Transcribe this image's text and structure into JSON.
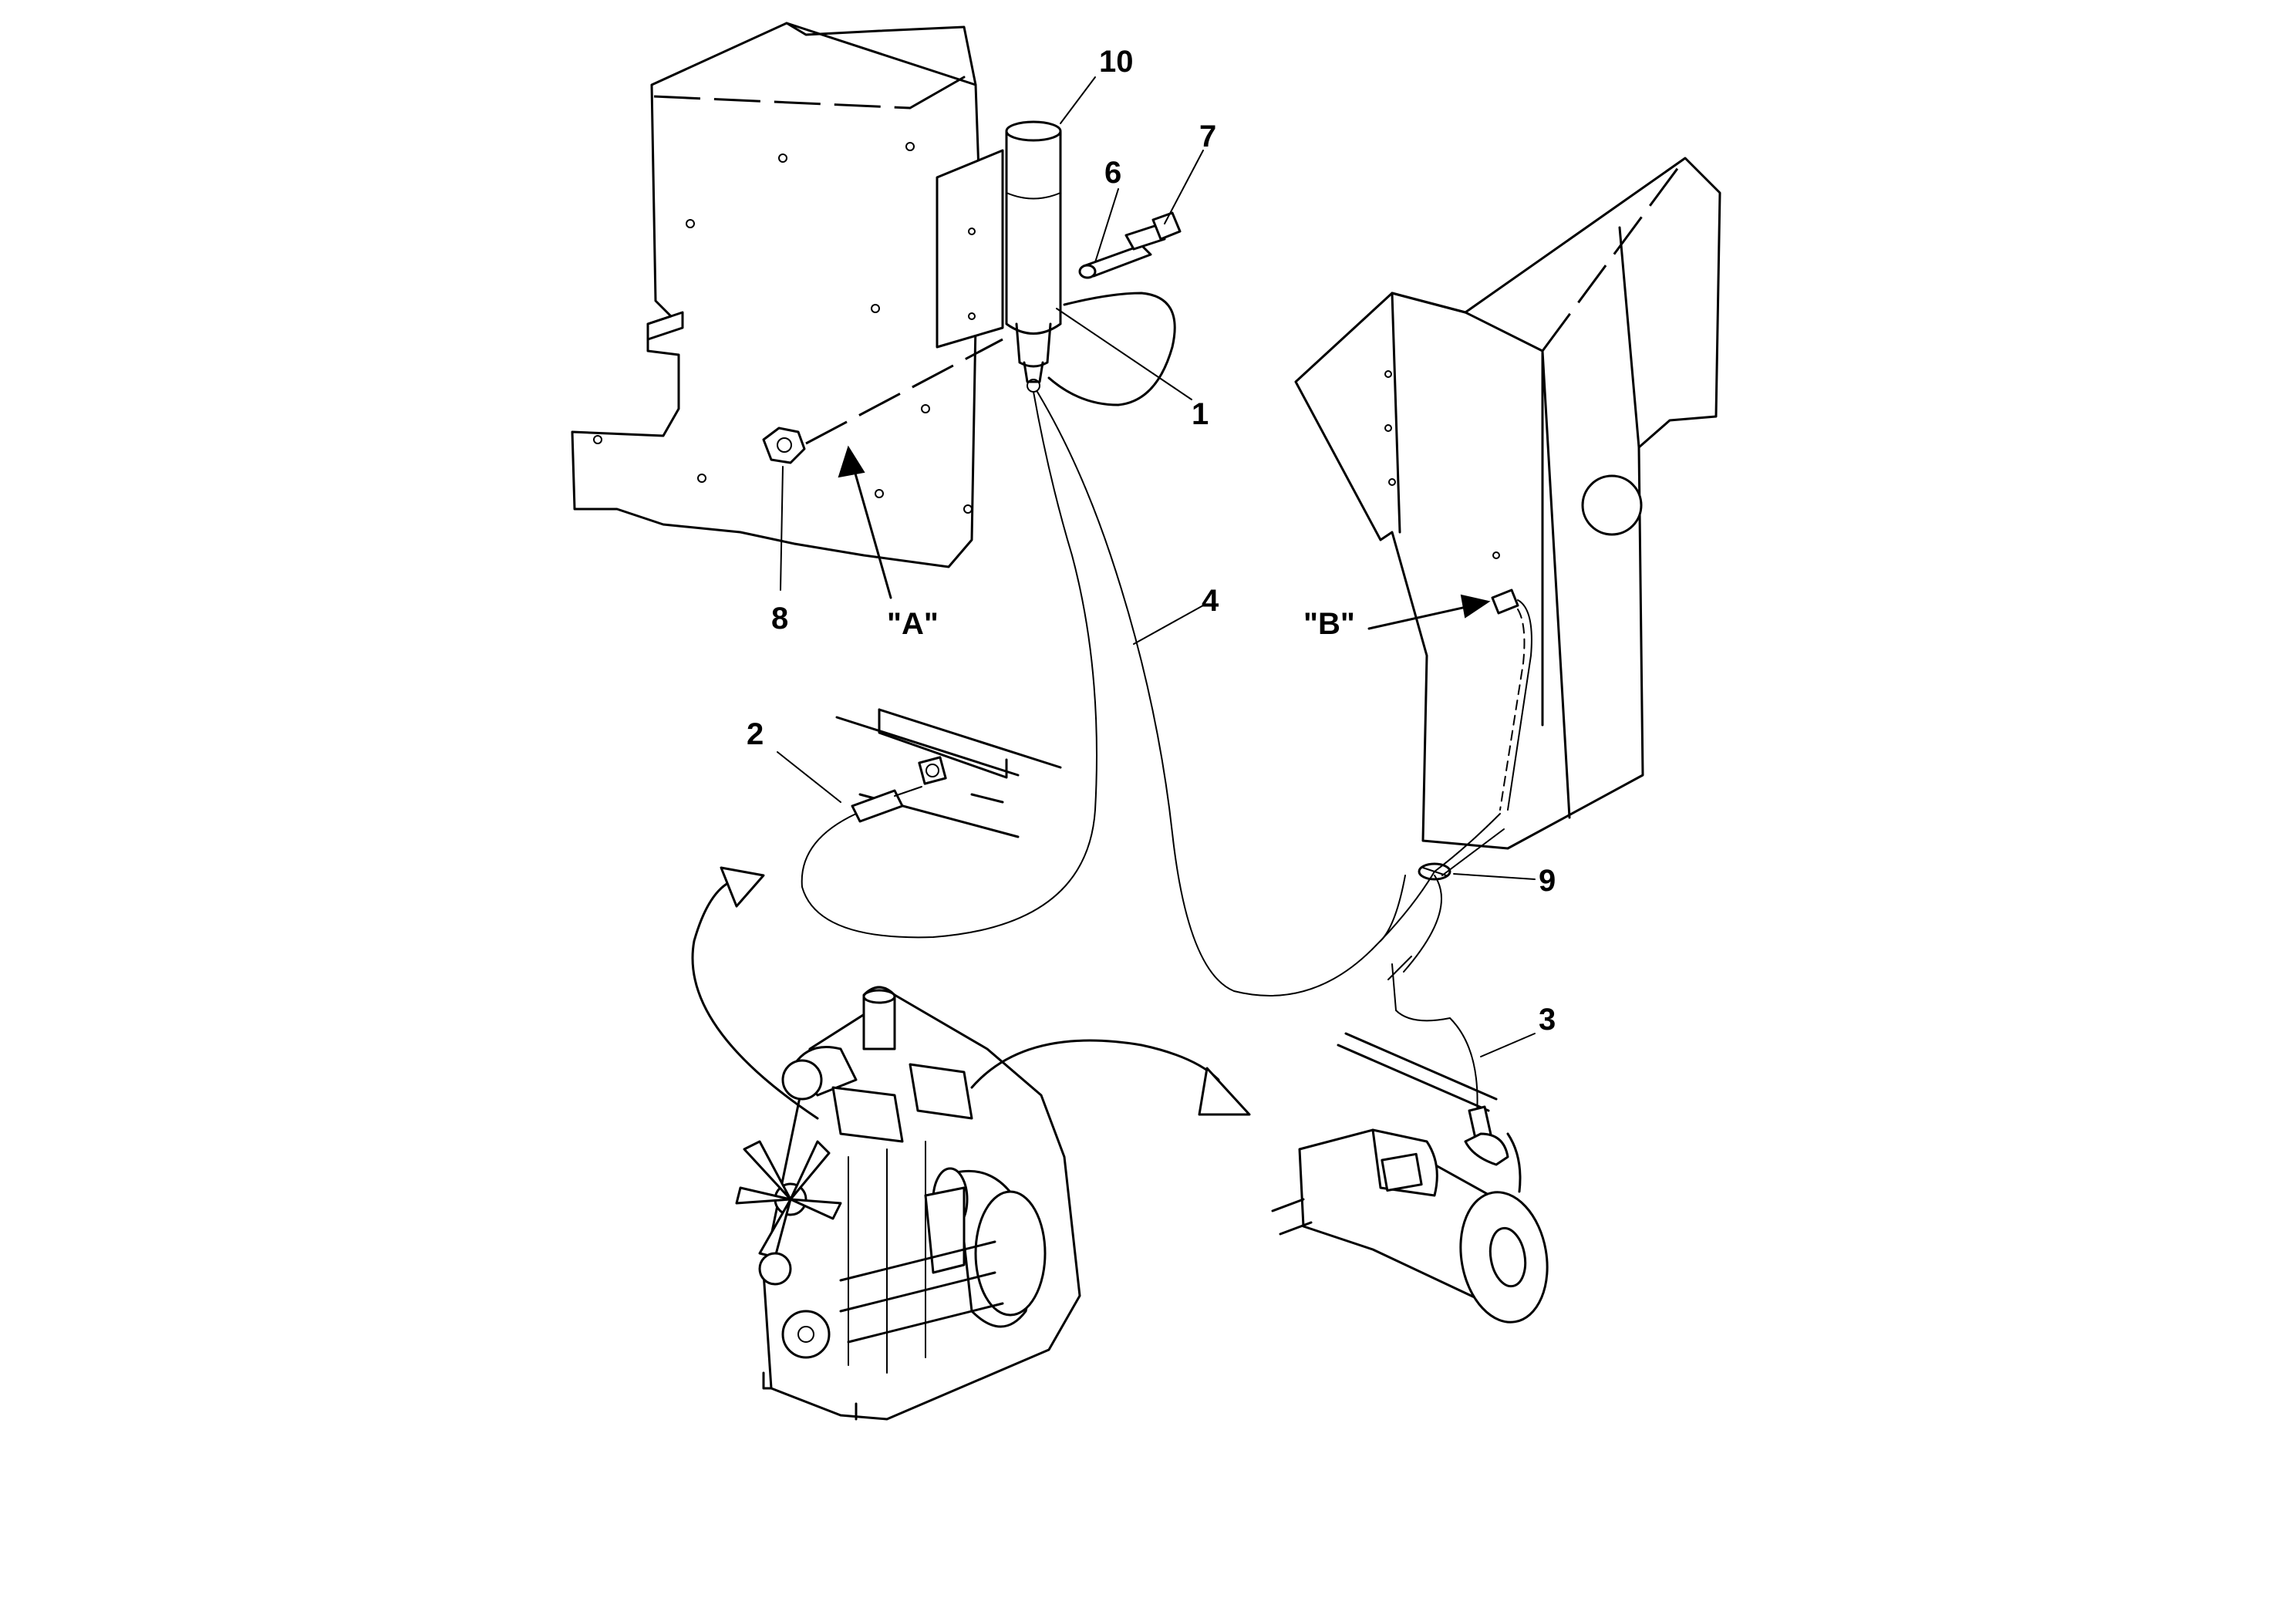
{
  "diagram": {
    "callouts": {
      "c1": "1",
      "c2": "2",
      "c3": "3",
      "c4": "4",
      "c6": "6",
      "c7": "7",
      "c8": "8",
      "c9": "9",
      "c10": "10",
      "detailA": "\"A\"",
      "detailB": "\"B\""
    },
    "colors": {
      "line": "#000000",
      "background": "#ffffff"
    }
  }
}
